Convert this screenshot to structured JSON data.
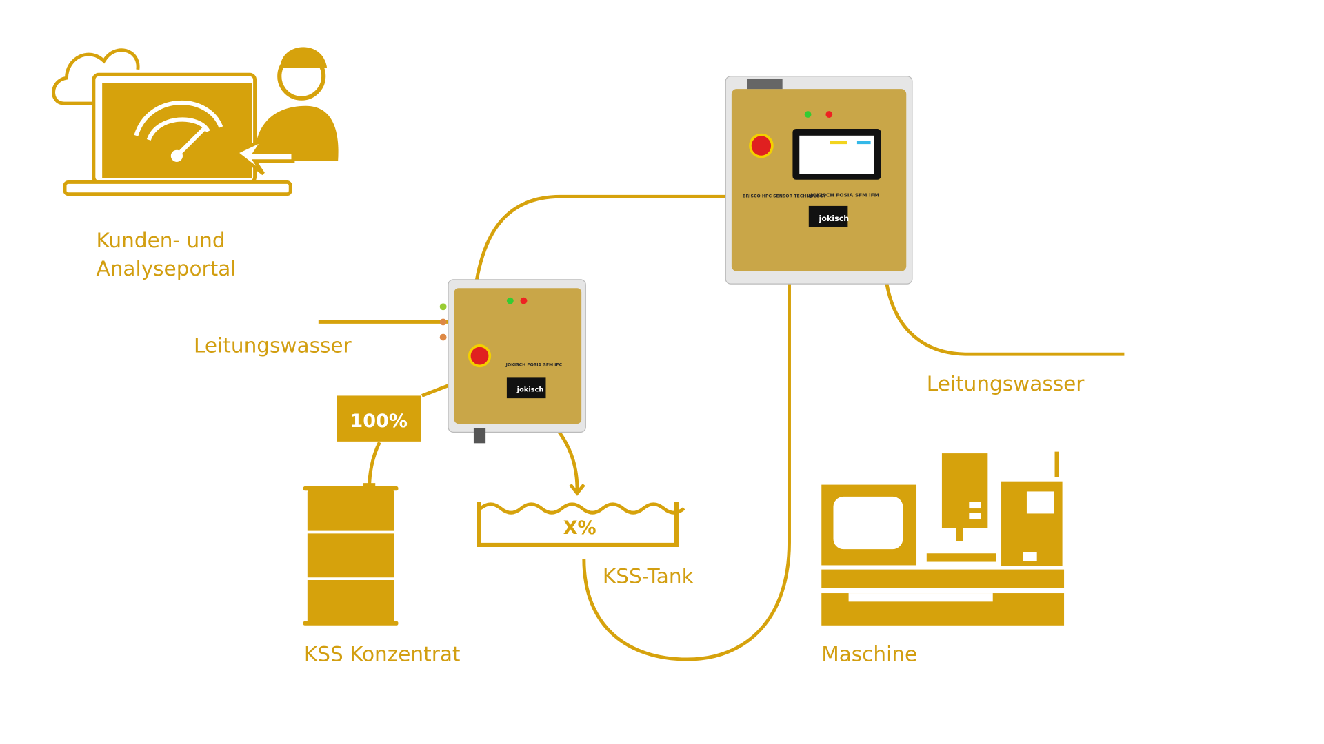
{
  "colors": {
    "accent": "#d6a20c",
    "device_face": "#c9a648"
  },
  "labels": {
    "portal_line1": "Kunden- und",
    "portal_line2": "Analyseportal",
    "tap_water_left": "Leitungswasser",
    "tap_water_right": "Leitungswasser",
    "concentrate_percent": "100%",
    "tank_percent": "X%",
    "tank": "KSS-Tank",
    "concentrate": "KSS Konzentrat",
    "machine": "Maschine"
  },
  "devices": {
    "ifm": {
      "title": "JOKISCH FOSIA SFM iFM",
      "sensor": "BRISCO HPC SENSOR TECHNOLOGY",
      "brand": "jokisch"
    },
    "ifc": {
      "title": "JOKISCH FOSIA SFM iFC",
      "brand": "jokisch"
    }
  }
}
